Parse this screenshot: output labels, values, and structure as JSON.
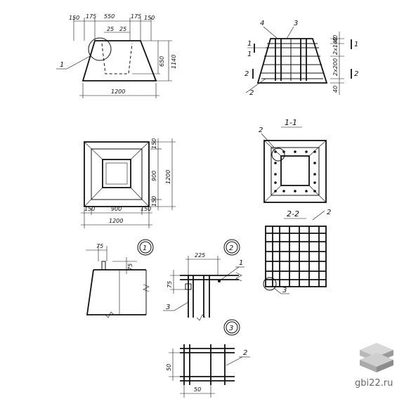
{
  "view1": {
    "dims_top": [
      "150",
      "175",
      "550",
      "175",
      "150"
    ],
    "dims_inner": [
      "25",
      "25"
    ],
    "dim_depth": "650",
    "dim_height": "1140",
    "dim_width": "1200",
    "callout": "1"
  },
  "view2": {
    "callouts": [
      "4",
      "3",
      "1",
      "2"
    ],
    "dims": [
      "40",
      "2x140",
      "2x200",
      "40"
    ],
    "cut_marks": [
      "1",
      "1",
      "2",
      "2"
    ]
  },
  "plan": {
    "dims_bottom": [
      "150",
      "900",
      "150"
    ],
    "dim_total": "1200",
    "dims_right": [
      "150",
      "900",
      "150"
    ],
    "dim_right_total": "1200"
  },
  "section11": {
    "title": "1-1",
    "callout": "2"
  },
  "section22": {
    "title": "2-2",
    "callout_top": "2",
    "callout_bottom": "3"
  },
  "detail1": {
    "marker": "1",
    "dim_top": "75",
    "dim_side": "75"
  },
  "detail2": {
    "marker": "2",
    "dim_top": "225",
    "dim_side": "75",
    "callout_1": "1",
    "callout_3": "3"
  },
  "detail3": {
    "marker": "3",
    "dim_side": "50",
    "dim_bottom": "50",
    "callout": "2"
  },
  "brand": {
    "site": "gbi22.ru"
  }
}
